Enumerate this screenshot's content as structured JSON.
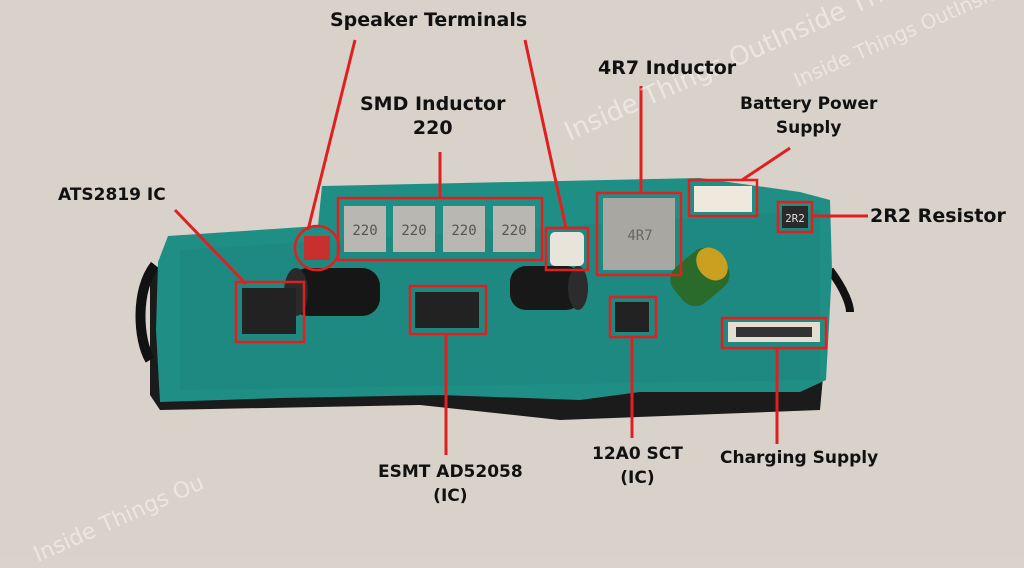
{
  "labels": {
    "speaker_terminals": "Speaker Terminals",
    "smd_inductor": "SMD Inductor",
    "smd_inductor_value": "220",
    "inductor_4r7": "4R7 Inductor",
    "battery_power": "Battery Power",
    "battery_supply": "Supply",
    "ats_ic": "ATS2819 IC",
    "resistor": "2R2 Resistor",
    "esmt": "ESMT AD52058",
    "esmt_ic": "(IC)",
    "sct": "12A0 SCT",
    "sct_ic": "(IC)",
    "charging": "Charging Supply"
  },
  "board_markings": {
    "inductor_text": "220",
    "inductor_4r7_text": "4R7",
    "resistor_text": "2R2"
  },
  "watermarks": [
    "Inside Things OutInside Thin",
    "Inside Things OutInside Things",
    "Inside Things Ou"
  ],
  "colors": {
    "annotation": "#e02020",
    "pcb": "#1f8f86",
    "background": "#d9d3cb"
  }
}
